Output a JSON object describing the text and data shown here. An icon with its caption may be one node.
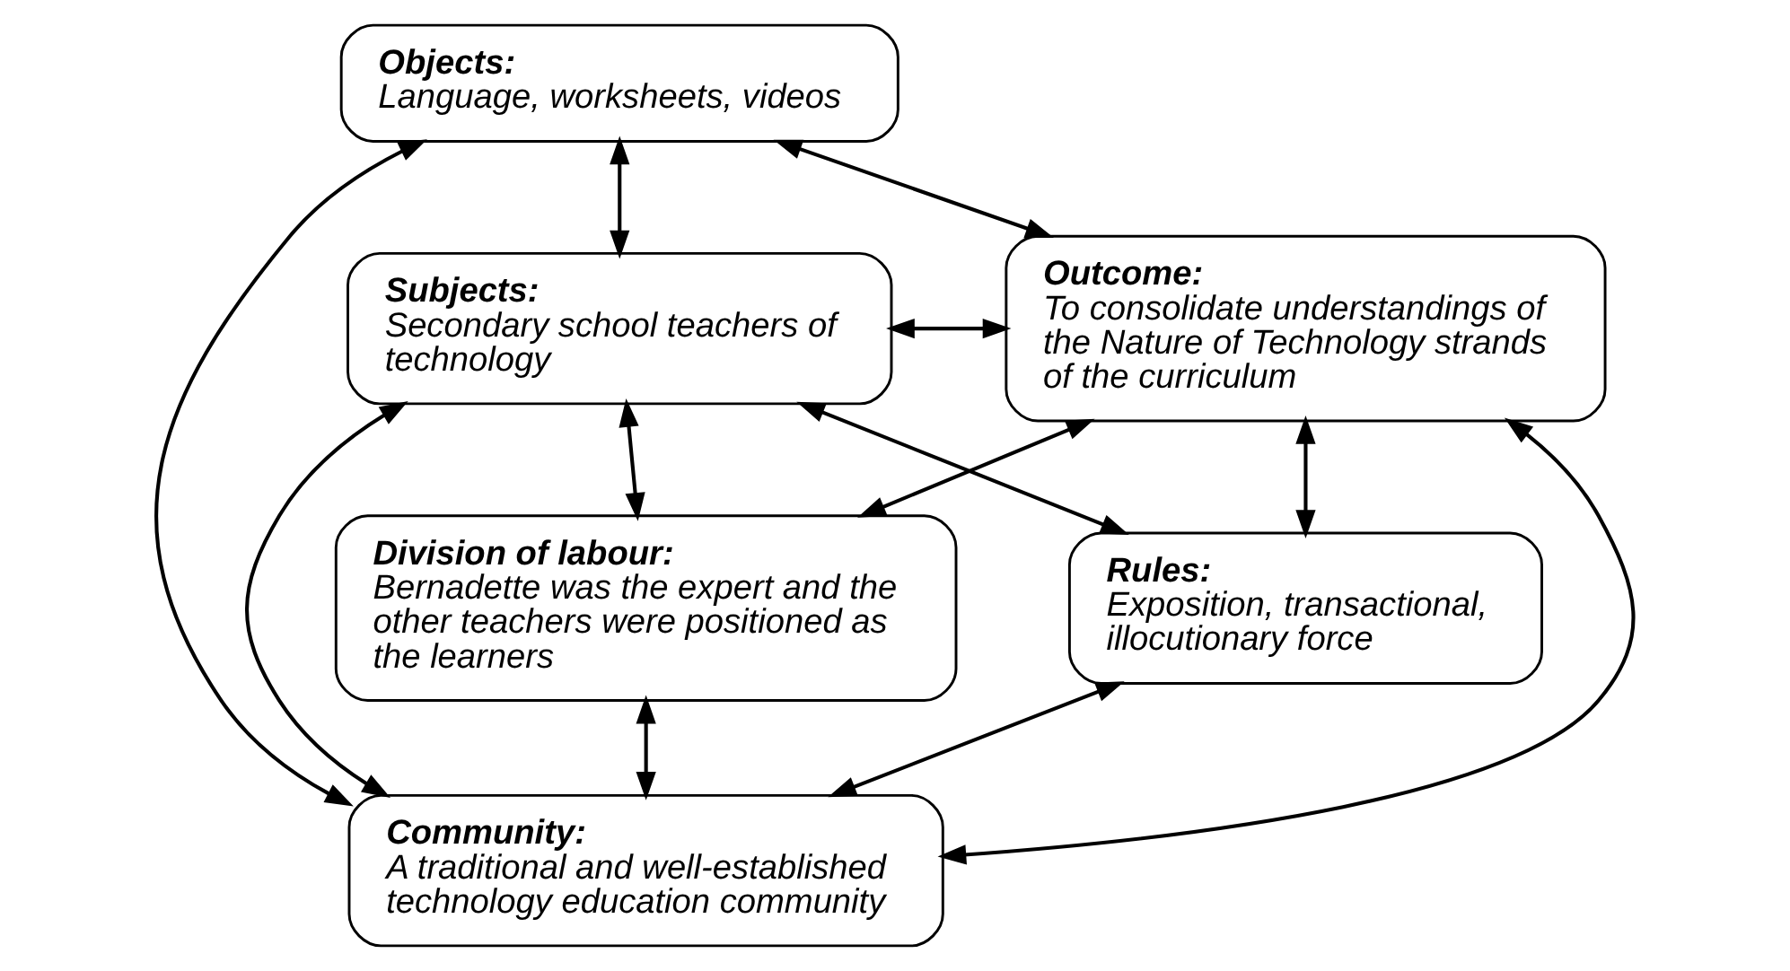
{
  "diagram": {
    "nodes": [
      {
        "text": [
          "Objects:",
          "Language, worksheets, videos"
        ]
      },
      {
        "text": [
          "Subjects:",
          "Secondary school teachers of technology"
        ]
      },
      {
        "text": [
          "Outcome:",
          "To consolidate understandings of the Nature of Technology strands of the curriculum"
        ]
      },
      {
        "text": [
          "Division of labour:",
          "Bernadette was the expert and the other teachers were positioned as the learners"
        ]
      },
      {
        "text": [
          "Rules:",
          "Exposition, transactional, illocutionary force"
        ]
      },
      {
        "text": [
          "Community:",
          "A traditional and well-established technology education community"
        ]
      }
    ],
    "edges": [
      {
        "from": 0,
        "to": 1,
        "arrow": "both"
      },
      {
        "from": 0,
        "to": 2,
        "arrow": "both"
      },
      {
        "from": 0,
        "to": 5,
        "arrow": "both"
      },
      {
        "from": 1,
        "to": 2,
        "arrow": "both"
      },
      {
        "from": 1,
        "to": 4,
        "arrow": "both"
      },
      {
        "from": 2,
        "to": 3,
        "arrow": "both"
      },
      {
        "from": 4,
        "to": 5,
        "arrow": "both"
      },
      {
        "from": 5,
        "to": 3,
        "arrow": "both"
      },
      {
        "from": 1,
        "to": 3,
        "arrow": "both"
      },
      {
        "from": 2,
        "to": 4,
        "arrow": "both"
      },
      {
        "from": 1,
        "to": 5,
        "arrow": "both"
      },
      {
        "from": 2,
        "to": 5,
        "arrow": "both"
      }
    ]
  }
}
